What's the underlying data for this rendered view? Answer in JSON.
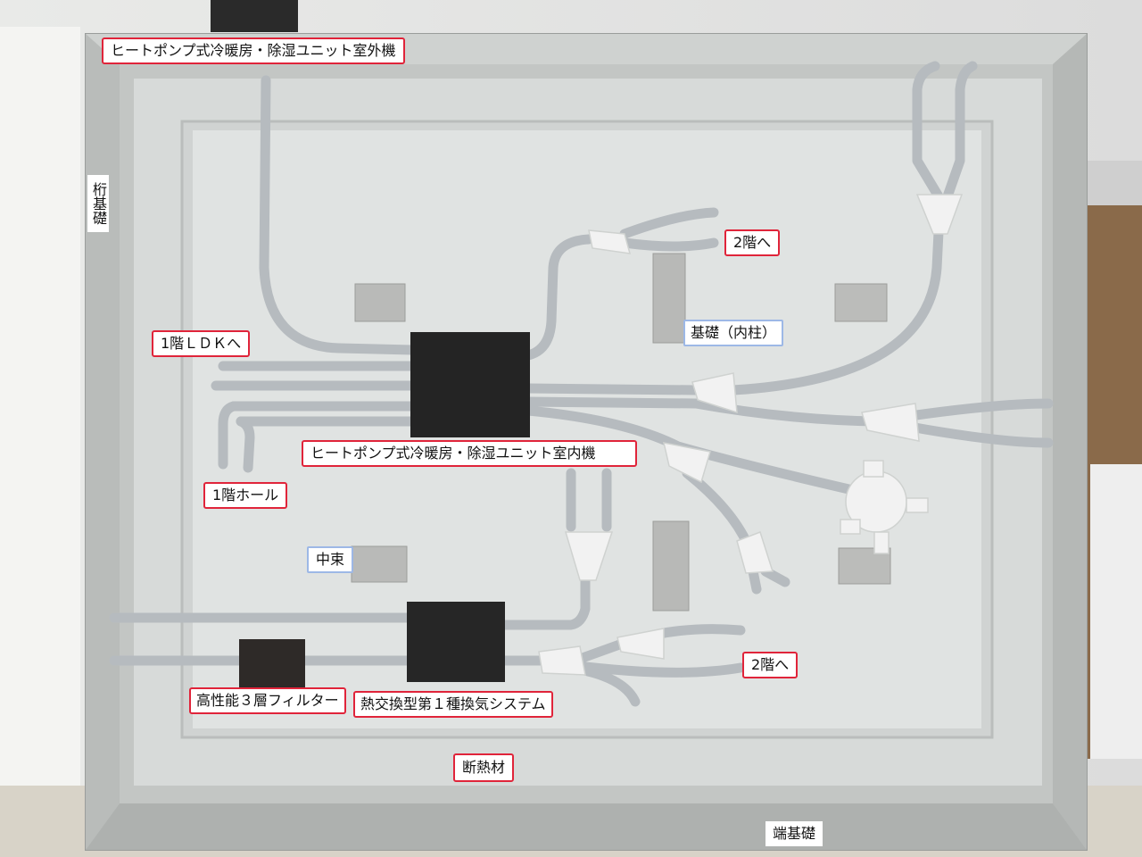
{
  "labels": {
    "outdoor_unit": "ヒートポンプ式冷暖房・除湿ユニット室外機",
    "indoor_unit": "ヒートポンプ式冷暖房・除湿ユニット室内機",
    "to_2f_upper": "2階へ",
    "to_2f_lower": "2階へ",
    "foundation_inner_pillar": "基礎（内柱）",
    "to_1f_ldk": "1階ＬＤＫへ",
    "to_1f_hall": "1階ホール",
    "center_beam": "中束",
    "filter": "高性能３層フィルター",
    "ventilation_system": "熱交換型第１種換気システム",
    "insulation": "断熱材",
    "girder_foundation": "桁基礎",
    "end_foundation": "端基礎"
  },
  "colors": {
    "label_border_red": "#e0243a",
    "label_border_blue": "#9db8e6",
    "board_gray": "#c9ccca",
    "unit_black": "#232323",
    "duct_silver": "#b6bbbf"
  }
}
